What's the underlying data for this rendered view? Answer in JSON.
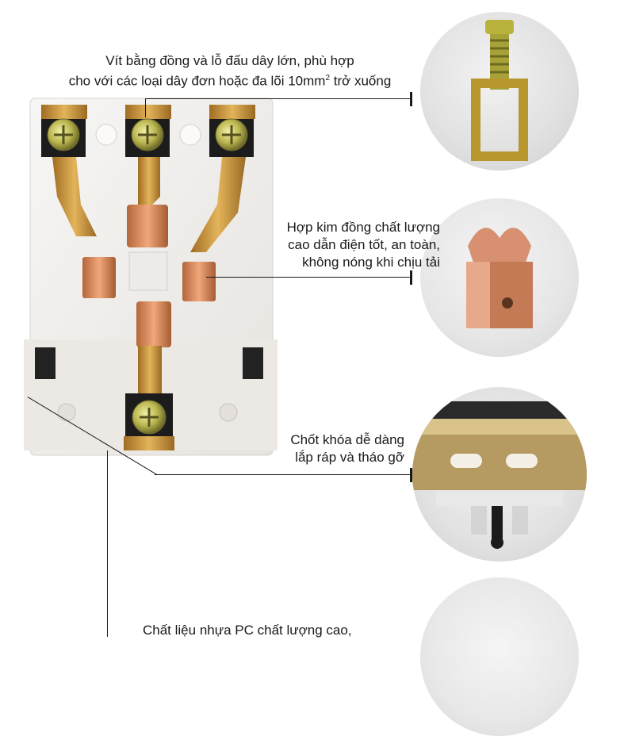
{
  "captions": {
    "screw_line1": "Vít bằng đồng và lỗ đấu dây lớn, phù hợp",
    "screw_line2_main": "cho với các loại dây đơn hoặc đa lõi 10mm",
    "screw_line2_sup": "2",
    "screw_line2_tail": " trở xuống",
    "alloy_line1": "Hợp kim đồng chất lượng",
    "alloy_line2": "cao dẫn điện tốt, an toàn,",
    "alloy_line3": "không nóng khi chịu tải",
    "latch_line1": "Chốt khóa dễ dàng",
    "latch_line2": "lắp ráp và tháo gỡ",
    "plastic_line1": "Chất liệu nhựa PC chất lượng cao,"
  },
  "images": {
    "main": "device-rear-terminals-photo",
    "detail_1": "brass-screw-clamp-photo",
    "detail_2": "copper-alloy-contact-photo",
    "detail_3": "din-rail-latch-photo",
    "detail_4": "pc-plastic-detail-photo"
  },
  "colors": {
    "brass": "#c9963f",
    "copper": "#d98a5a",
    "plastic": "#f3f1ee",
    "callout_line": "#1a1a1a"
  }
}
